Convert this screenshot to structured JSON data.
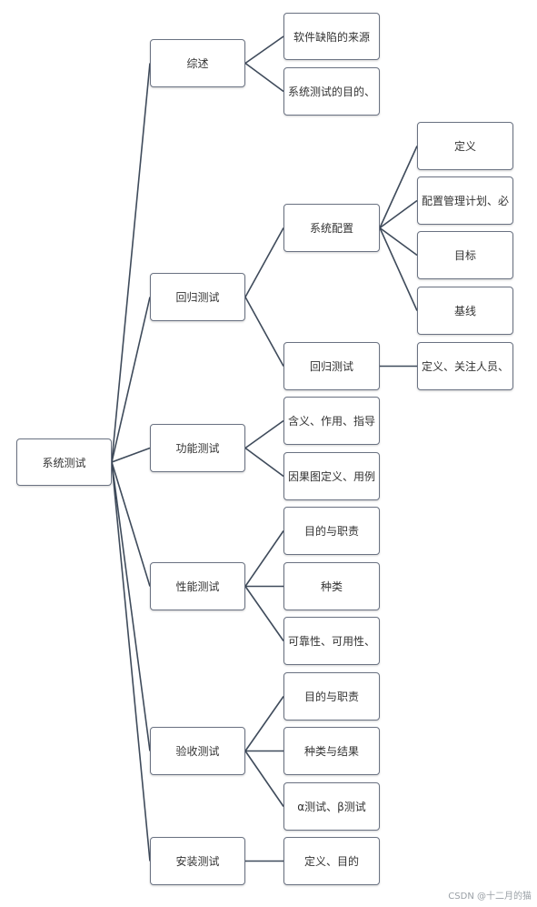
{
  "diagram": {
    "root": "系统测试",
    "branches": {
      "overview": {
        "label": "综述",
        "children": [
          "软件缺陷的来源",
          "系统测试的目的、"
        ]
      },
      "regression": {
        "label": "回归测试",
        "config": {
          "label": "系统配置",
          "children": [
            "定义",
            "配置管理计划、必",
            "目标",
            "基线"
          ]
        },
        "regtest": {
          "label": "回归测试",
          "children": [
            "定义、关注人员、"
          ]
        }
      },
      "functional": {
        "label": "功能测试",
        "children": [
          "含义、作用、指导",
          "因果图定义、用例"
        ]
      },
      "performance": {
        "label": "性能测试",
        "children": [
          "目的与职责",
          "种类",
          "可靠性、可用性、"
        ]
      },
      "acceptance": {
        "label": "验收测试",
        "children": [
          "目的与职责",
          "种类与结果",
          "α测试、β测试"
        ]
      },
      "installation": {
        "label": "安装测试",
        "children": [
          "定义、目的"
        ]
      }
    }
  },
  "colors": {
    "line": "#3f4b5b",
    "border": "#6a7282"
  },
  "watermark": "CSDN @十二月的猫"
}
